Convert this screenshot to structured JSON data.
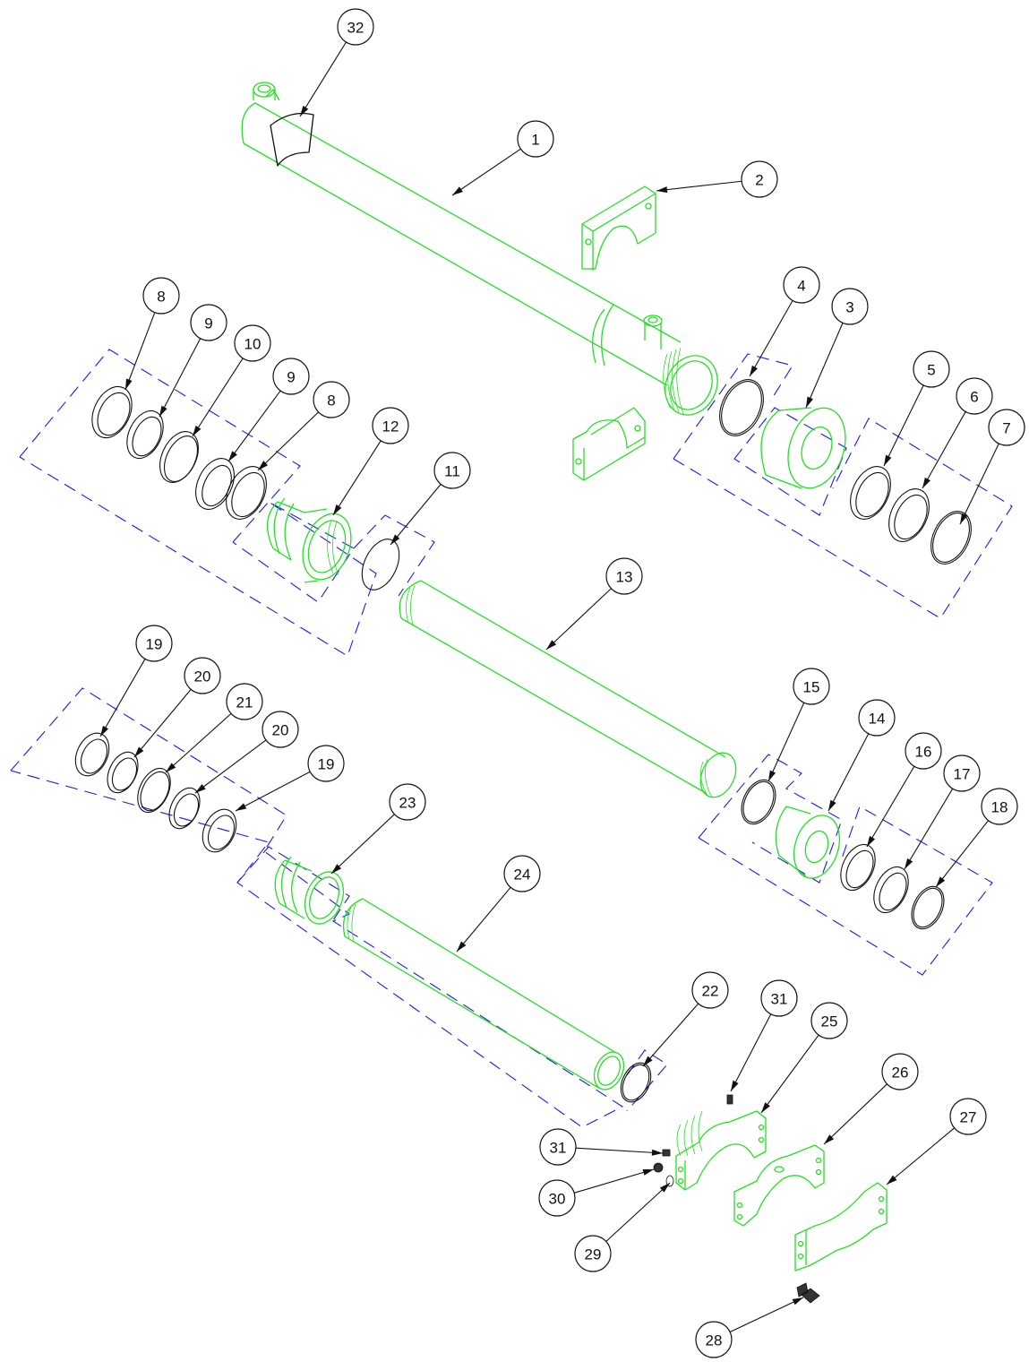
{
  "diagram": {
    "balloons": [
      {
        "id": "b-32a",
        "label": "32"
      },
      {
        "id": "b-1",
        "label": "1"
      },
      {
        "id": "b-2",
        "label": "2"
      },
      {
        "id": "b-8a",
        "label": "8"
      },
      {
        "id": "b-9a",
        "label": "9"
      },
      {
        "id": "b-10",
        "label": "10"
      },
      {
        "id": "b-9b",
        "label": "9"
      },
      {
        "id": "b-8b",
        "label": "8"
      },
      {
        "id": "b-12",
        "label": "12"
      },
      {
        "id": "b-11",
        "label": "11"
      },
      {
        "id": "b-4",
        "label": "4"
      },
      {
        "id": "b-3",
        "label": "3"
      },
      {
        "id": "b-5",
        "label": "5"
      },
      {
        "id": "b-6",
        "label": "6"
      },
      {
        "id": "b-7",
        "label": "7"
      },
      {
        "id": "b-13",
        "label": "13"
      },
      {
        "id": "b-19a",
        "label": "19"
      },
      {
        "id": "b-20a",
        "label": "20"
      },
      {
        "id": "b-21",
        "label": "21"
      },
      {
        "id": "b-20b",
        "label": "20"
      },
      {
        "id": "b-19b",
        "label": "19"
      },
      {
        "id": "b-15",
        "label": "15"
      },
      {
        "id": "b-14",
        "label": "14"
      },
      {
        "id": "b-16",
        "label": "16"
      },
      {
        "id": "b-17",
        "label": "17"
      },
      {
        "id": "b-18",
        "label": "18"
      },
      {
        "id": "b-23",
        "label": "23"
      },
      {
        "id": "b-24",
        "label": "24"
      },
      {
        "id": "b-22",
        "label": "22"
      },
      {
        "id": "b-31a",
        "label": "31"
      },
      {
        "id": "b-25",
        "label": "25"
      },
      {
        "id": "b-26",
        "label": "26"
      },
      {
        "id": "b-27",
        "label": "27"
      },
      {
        "id": "b-31b",
        "label": "31"
      },
      {
        "id": "b-30",
        "label": "30"
      },
      {
        "id": "b-29",
        "label": "29"
      },
      {
        "id": "b-28",
        "label": "28"
      }
    ],
    "colors": {
      "part": "#22e022",
      "group_outline": "#1a1aee",
      "callout": "#111111"
    }
  }
}
